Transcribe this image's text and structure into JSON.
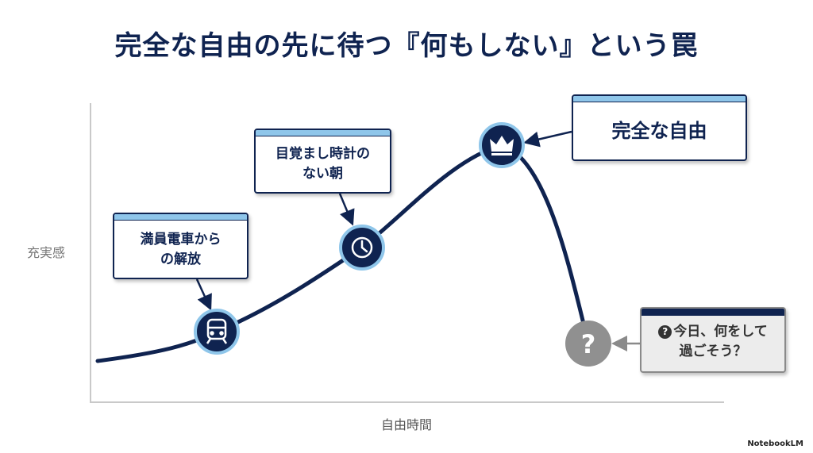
{
  "title": "完全な自由の先に待つ『何もしない』という罠",
  "axes": {
    "y_label": "充実感",
    "x_label": "自由時間"
  },
  "callouts": {
    "commute": {
      "line1": "満員電車から",
      "line2": "の解放",
      "icon": "train-icon"
    },
    "morning": {
      "line1": "目覚まし時計の",
      "line2": "ない朝",
      "icon": "clock-icon"
    },
    "freedom": {
      "text": "完全な自由",
      "icon": "crown-icon"
    },
    "question": {
      "bullet": "?",
      "line1": "今日、何をして",
      "line2": "過ごそう？",
      "icon": "question-icon",
      "marker": "?"
    }
  },
  "colors": {
    "navy": "#0f2350",
    "accent": "#8fc6ea",
    "gray": "#8a8a8a"
  },
  "watermark": "NotebookLM"
}
